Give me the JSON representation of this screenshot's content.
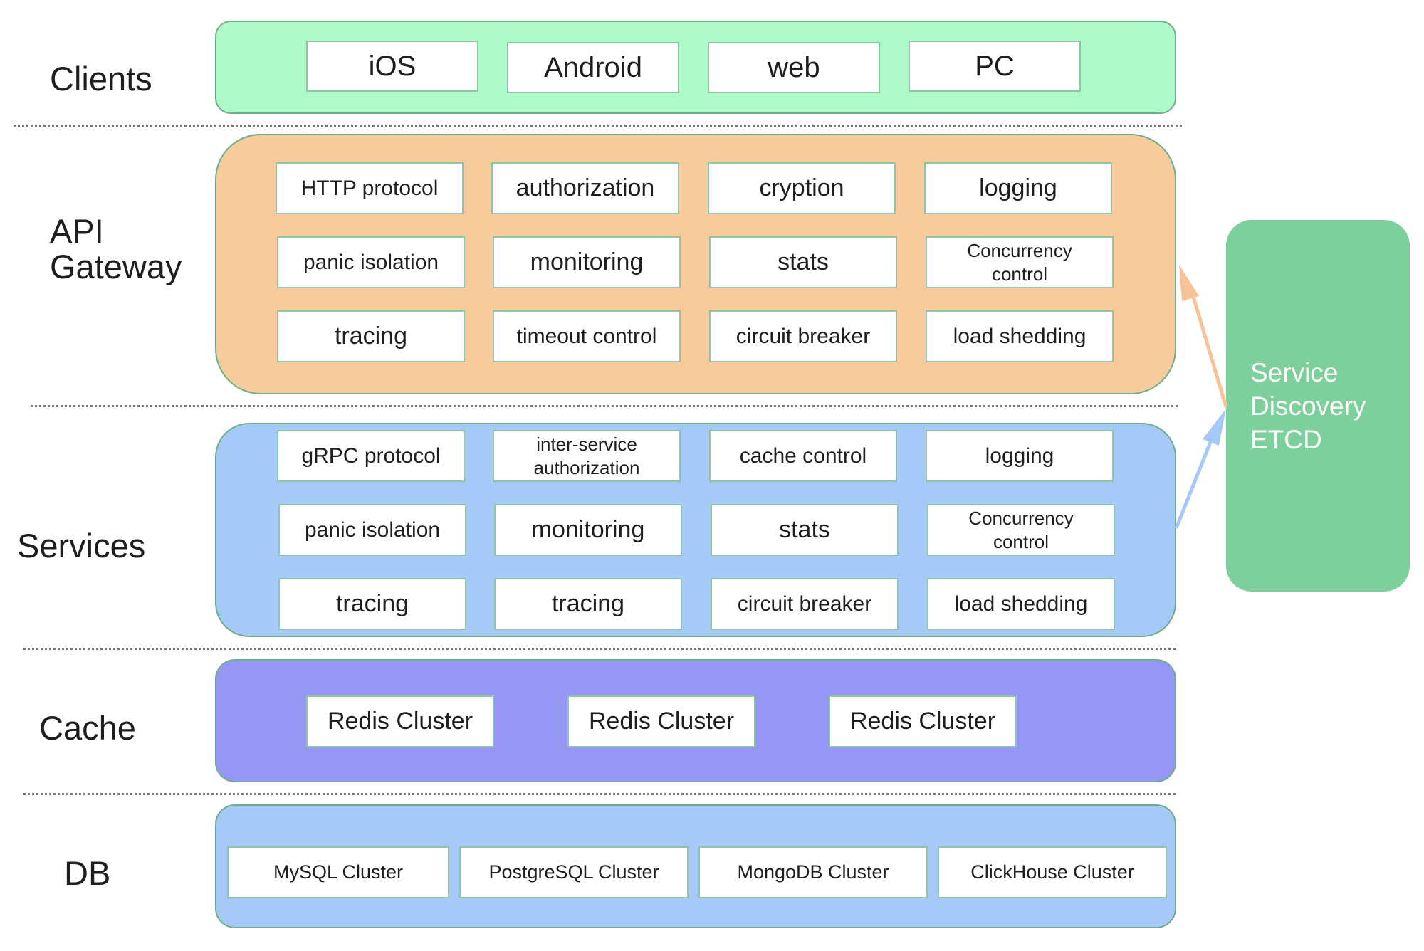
{
  "layers": {
    "clients": {
      "label": "Clients",
      "items": [
        "iOS",
        "Android",
        "web",
        "PC"
      ],
      "color": "#adf9c8"
    },
    "gateway": {
      "label_line1": "API",
      "label_line2": "Gateway",
      "rows": [
        [
          "HTTP protocol",
          "authorization",
          "cryption",
          "logging"
        ],
        [
          "panic isolation",
          "monitoring",
          "stats",
          [
            "Concurrency",
            "control"
          ]
        ],
        [
          "tracing",
          "timeout control",
          "circuit breaker",
          "load shedding"
        ]
      ],
      "color": "#f6cc9c"
    },
    "services": {
      "label": "Services",
      "rows": [
        [
          "gRPC protocol",
          [
            "inter-service",
            "authorization"
          ],
          "cache control",
          "logging"
        ],
        [
          "panic isolation",
          "monitoring",
          "stats",
          [
            "Concurrency",
            "control"
          ]
        ],
        [
          "tracing",
          "tracing",
          "circuit breaker",
          "load shedding"
        ]
      ],
      "color": "#a6c9f8"
    },
    "cache": {
      "label": "Cache",
      "items": [
        "Redis Cluster",
        "Redis Cluster",
        "Redis Cluster"
      ],
      "color": "#9596f6"
    },
    "db": {
      "label": "DB",
      "items": [
        "MySQL Cluster",
        "PostgreSQL Cluster",
        "MongoDB Cluster",
        "ClickHouse Cluster"
      ],
      "color": "#a6c9f8"
    }
  },
  "service_discovery": {
    "lines": [
      "Service",
      "Discovery",
      "ETCD"
    ],
    "color": "#7dcf9b"
  },
  "arrows": {
    "to_gateway_color": "#f5c396",
    "to_services_color": "#a6c9f8"
  }
}
